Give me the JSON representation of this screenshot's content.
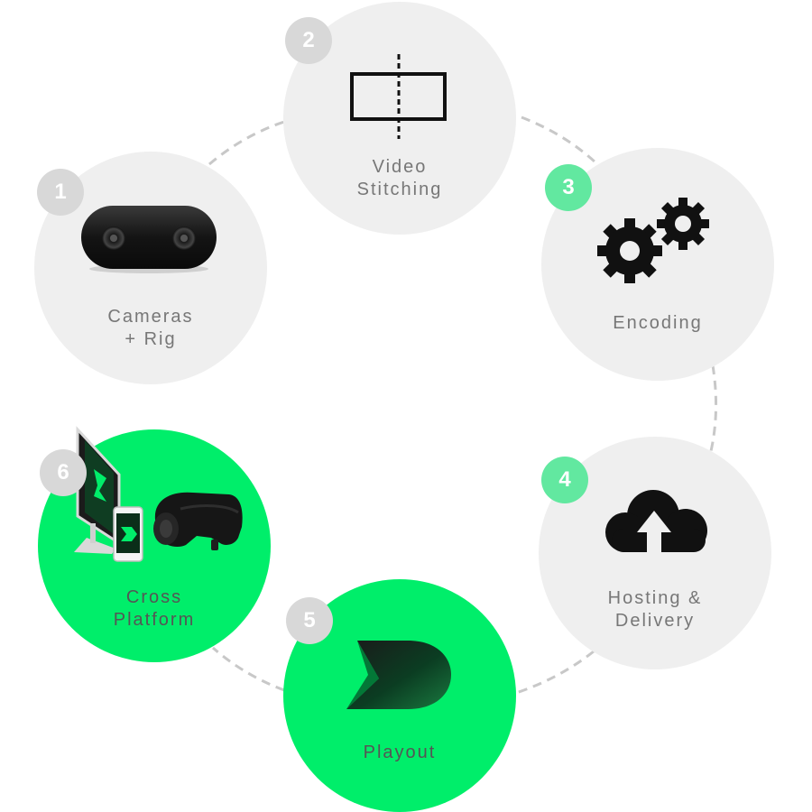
{
  "colors": {
    "grey_circle": "#efefef",
    "green_circle": "#00ee6a",
    "grey_badge": "#d8d8d8",
    "green_badge": "#62e8a0",
    "label_grey": "#777777",
    "label_dark": "#555555",
    "connector": "#c8c8c8",
    "icon": "#111111"
  },
  "steps": [
    {
      "number": "1",
      "label": "Cameras\n+ Rig",
      "icon": "camera-rig-icon",
      "style": "grey"
    },
    {
      "number": "2",
      "label": "Video\nStitching",
      "icon": "video-stitching-icon",
      "style": "grey"
    },
    {
      "number": "3",
      "label": "Encoding",
      "icon": "gears-icon",
      "style": "grey-green-badge"
    },
    {
      "number": "4",
      "label": "Hosting &\nDelivery",
      "icon": "cloud-upload-icon",
      "style": "grey-green-badge"
    },
    {
      "number": "5",
      "label": "Playout",
      "icon": "playout-logo-icon",
      "style": "green"
    },
    {
      "number": "6",
      "label": "Cross\nPlatform",
      "icon": "devices-icon",
      "style": "green"
    }
  ]
}
